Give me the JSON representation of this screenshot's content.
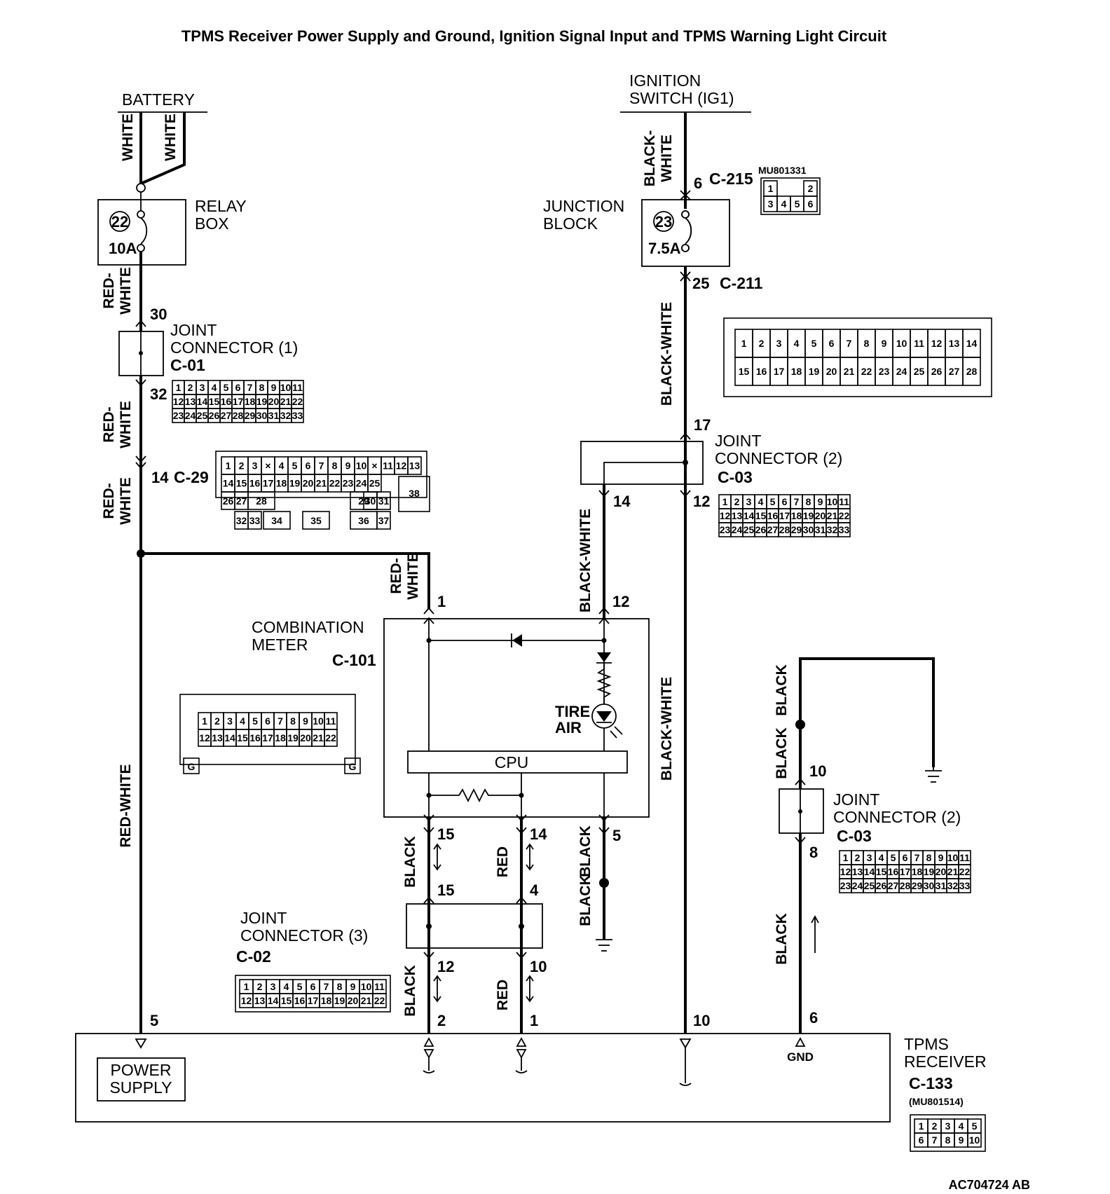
{
  "title": "TPMS Receiver Power Supply and Ground, Ignition Signal Input and TPMS Warning Light Circuit",
  "figure_id": "AC704724 AB",
  "sources": {
    "battery": "BATTERY",
    "ignition_line1": "IGNITION",
    "ignition_line2": "SWITCH (IG1)"
  },
  "components": {
    "relay_box": {
      "line1": "RELAY",
      "line2": "BOX",
      "fuse_no": "22",
      "rating": "10A"
    },
    "junction_block": {
      "line1": "JUNCTION",
      "line2": "BLOCK",
      "fuse_no": "23",
      "rating": "7.5A"
    },
    "joint_connector_1": {
      "line1": "JOINT",
      "line2": "CONNECTOR (1)",
      "code": "C-01"
    },
    "joint_connector_2a": {
      "line1": "JOINT",
      "line2": "CONNECTOR (2)",
      "code": "C-03"
    },
    "joint_connector_2b": {
      "line1": "JOINT",
      "line2": "CONNECTOR (2)",
      "code": "C-03"
    },
    "joint_connector_3": {
      "line1": "JOINT",
      "line2": "CONNECTOR (3)",
      "code": "C-02"
    },
    "combination_meter": {
      "line1": "COMBINATION",
      "line2": "METER",
      "code": "C-101",
      "cpu": "CPU",
      "lamp1": "TIRE",
      "lamp2": "AIR"
    },
    "tpms_receiver": {
      "line1": "TPMS",
      "line2": "RECEIVER",
      "code": "C-133",
      "part_no": "(MU801514)",
      "power1": "POWER",
      "power2": "SUPPLY",
      "gnd": "GND"
    }
  },
  "connectors": {
    "c215": {
      "code": "C-215",
      "part_no": "MU801331",
      "pin": "6"
    },
    "c211": {
      "code": "C-211",
      "pin": "25"
    },
    "c29": {
      "code": "C-29",
      "pin": "14"
    }
  },
  "wires": {
    "white": "WHITE",
    "red_white": "RED-WHITE",
    "red_white_split1": "RED-",
    "red_white_split2": "WHITE",
    "black_white": "BLACK-WHITE",
    "black_white_split1": "BLACK-",
    "black_white_split2": "WHITE",
    "black": "BLACK",
    "red": "RED"
  },
  "pins": {
    "jc1_in": "30",
    "jc1_out": "32",
    "jc2_in": "17",
    "jc2_out_a": "14",
    "jc2_out_b": "12",
    "meter_1": "1",
    "meter_12": "12",
    "meter_15": "15",
    "meter_14": "14",
    "meter_5": "5",
    "jc3_in_a": "15",
    "jc3_in_b": "4",
    "jc3_out_a": "12",
    "jc3_out_b": "10",
    "jc2b_in": "10",
    "jc2b_out": "8",
    "rx_5": "5",
    "rx_2": "2",
    "rx_1": "1",
    "rx_10": "10",
    "rx_6": "6"
  },
  "connector_grids": {
    "c01": [
      [
        "1",
        "2",
        "3",
        "4",
        "5",
        "6",
        "7",
        "8",
        "9",
        "10",
        "11"
      ],
      [
        "12",
        "13",
        "14",
        "15",
        "16",
        "17",
        "18",
        "19",
        "20",
        "21",
        "22"
      ],
      [
        "23",
        "24",
        "25",
        "26",
        "27",
        "28",
        "29",
        "30",
        "31",
        "32",
        "33"
      ]
    ],
    "c215": [
      [
        "1",
        "",
        "",
        "2"
      ],
      [
        "3",
        "4",
        "5",
        "6"
      ]
    ],
    "c211": [
      [
        "1",
        "2",
        "3",
        "4",
        "5",
        "6",
        "7",
        "8",
        "9",
        "10",
        "11",
        "12",
        "13",
        "14"
      ],
      [
        "15",
        "16",
        "17",
        "18",
        "19",
        "20",
        "21",
        "22",
        "23",
        "24",
        "25",
        "26",
        "27",
        "28"
      ]
    ],
    "c29": [
      [
        "1",
        "2",
        "3",
        "×",
        "4",
        "5",
        "6",
        "7",
        "8",
        "9",
        "10",
        "×",
        "11",
        "12",
        "13"
      ],
      [
        "14",
        "15",
        "16",
        "17",
        "18",
        "19",
        "20",
        "21",
        "22",
        "23",
        "24",
        "25"
      ],
      [
        "26",
        "27",
        "28",
        "29",
        "30",
        "31"
      ],
      [
        "32",
        "33",
        "34",
        "35",
        "36",
        "37"
      ],
      [
        "38"
      ]
    ],
    "c101": [
      [
        "1",
        "2",
        "3",
        "4",
        "5",
        "6",
        "7",
        "8",
        "9",
        "10",
        "11"
      ],
      [
        "12",
        "13",
        "14",
        "15",
        "16",
        "17",
        "18",
        "19",
        "20",
        "21",
        "22"
      ],
      [
        "G",
        "G"
      ]
    ],
    "c02": [
      [
        "1",
        "2",
        "3",
        "4",
        "5",
        "6",
        "7",
        "8",
        "9",
        "10",
        "11"
      ],
      [
        "12",
        "13",
        "14",
        "15",
        "16",
        "17",
        "18",
        "19",
        "20",
        "21",
        "22"
      ]
    ],
    "c133": [
      [
        "1",
        "2",
        "3",
        "4",
        "5"
      ],
      [
        "6",
        "7",
        "8",
        "9",
        "10"
      ]
    ]
  }
}
